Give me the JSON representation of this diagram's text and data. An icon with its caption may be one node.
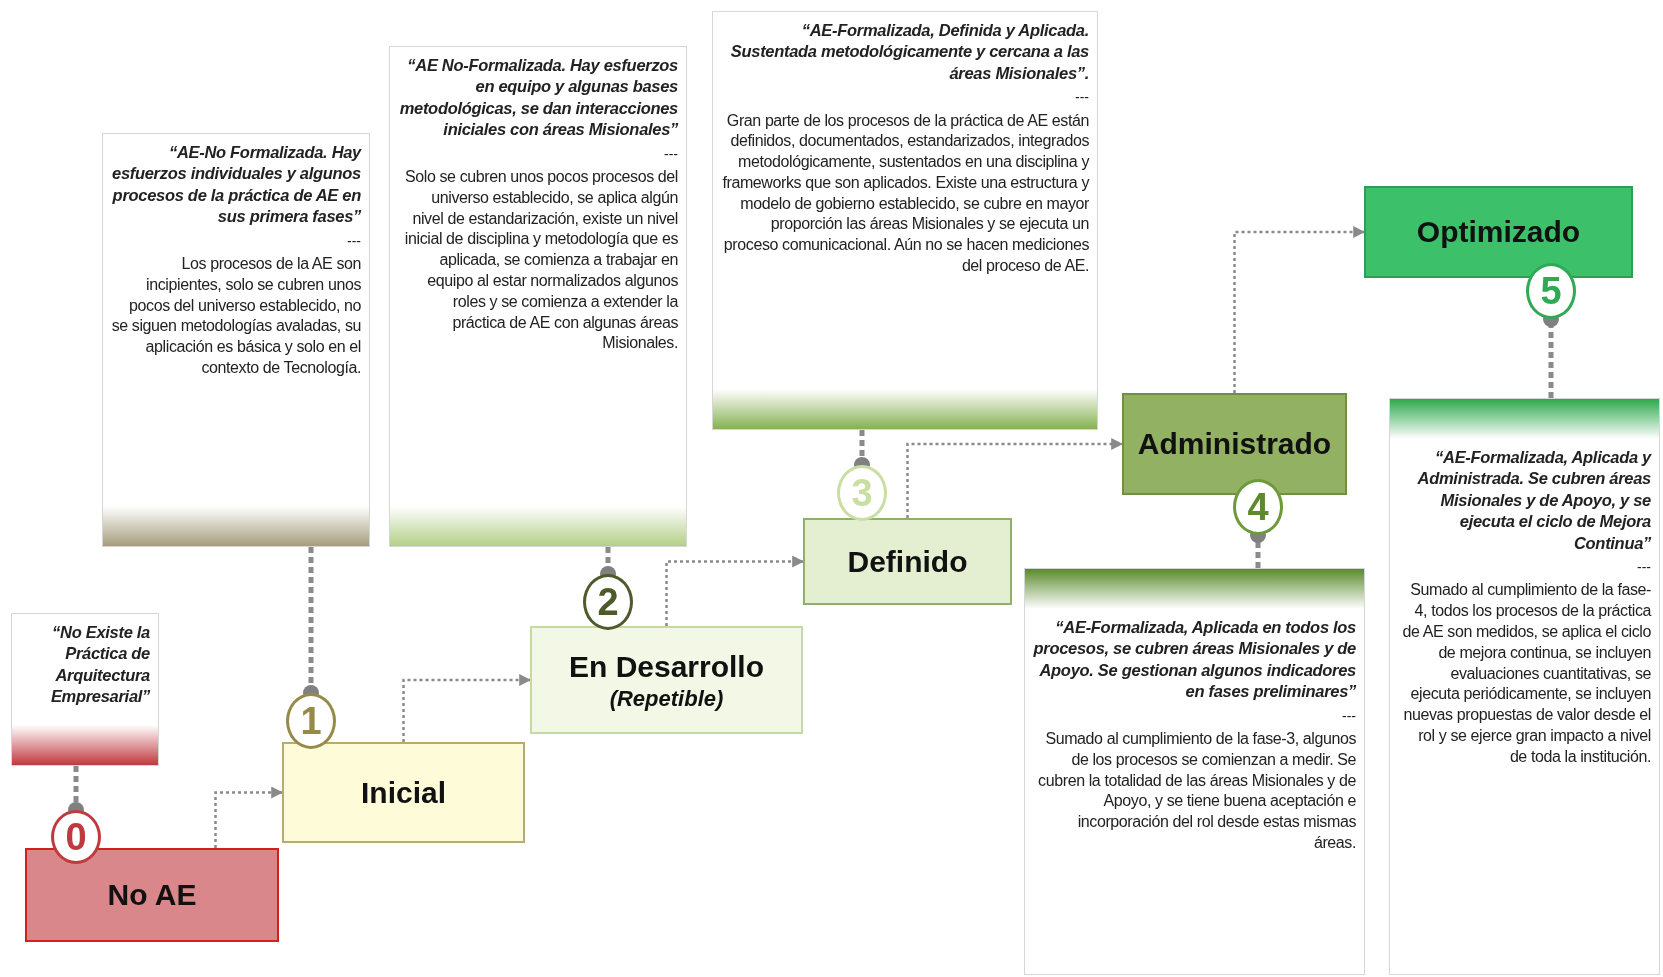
{
  "diagram": {
    "nodes": [
      {
        "text": [
          "“No Existe la Práctica de Arquitectura Empresarial”"
        ]
      },
      {
        "text": [
          "0"
        ]
      },
      {
        "text": [
          "No AE"
        ]
      },
      {
        "text": [
          "“AE-No Formalizada. Hay esfuerzos individuales y algunos procesos de la práctica de AE en sus primera fases”",
          "---",
          "Los procesos de la AE son incipientes, solo se cubren unos pocos del universo establecido, no se siguen metodologías avaladas, su aplicación es básica y solo en el contexto de Tecnología."
        ]
      },
      {
        "text": [
          "1"
        ]
      },
      {
        "text": [
          "Inicial"
        ]
      },
      {
        "text": [
          "“AE No-Formalizada. Hay esfuerzos en equipo y algunas bases metodológicas, se dan interacciones iniciales con áreas Misionales”",
          "---",
          "Solo se cubren unos pocos procesos del universo establecido, se aplica algún nivel de estandarización, existe un nivel inicial de disciplina y metodología que es aplicada, se comienza a trabajar en equipo al estar normalizados algunos roles y se comienza a extender la práctica de AE con algunas áreas Misionales."
        ]
      },
      {
        "text": [
          "2"
        ]
      },
      {
        "text": [
          "En Desarrollo",
          "(Repetible)"
        ]
      },
      {
        "text": [
          "“AE-Formalizada, Definida y Aplicada. Sustentada metodológicamente y cercana a las áreas Misionales”.",
          "---",
          "Gran parte de los procesos de la práctica de AE están definidos, documentados, estandarizados, integrados metodológicamente, sustentados en una disciplina y frameworks que son aplicados. Existe una estructura y modelo de gobierno establecido, se cubre en mayor proporción las áreas Misionales y se ejecuta un proceso comunicacional. Aún no se hacen mediciones del proceso de AE."
        ]
      },
      {
        "text": [
          "3"
        ]
      },
      {
        "text": [
          "Definido"
        ]
      },
      {
        "text": [
          "“AE-Formalizada, Aplicada en todos los procesos, se cubren áreas Misionales y de Apoyo. Se gestionan algunos indicadores en fases preliminares”",
          "---",
          "Sumado al cumplimiento de la fase-3, algunos de los procesos se comienzan a medir. Se cubren la totalidad de las áreas Misionales y de Apoyo, y se tiene buena aceptación e incorporación del rol desde estas mismas áreas."
        ]
      },
      {
        "text": [
          "4"
        ]
      },
      {
        "text": [
          "Administrado"
        ]
      },
      {
        "text": [
          "“AE-Formalizada, Aplicada y Administrada. Se cubren áreas Misionales y de Apoyo, y se ejecuta el ciclo de Mejora Continua”",
          "---",
          "Sumado al cumplimiento de la fase-4, todos los procesos de la práctica de AE son medidos, se aplica el ciclo de mejora continua, se incluyen evaluaciones cuantitativas, se ejecuta periódicamente, se incluyen nuevas propuestas de valor desde el rol y se ejerce gran impacto a nivel de toda la institución."
        ]
      },
      {
        "text": [
          "5"
        ]
      },
      {
        "text": [
          "Optimizado"
        ]
      }
    ],
    "edges": [
      {
        "from": 0,
        "to": 1,
        "arrow": "other",
        "style": "dashed"
      },
      {
        "from": 3,
        "to": 4,
        "arrow": "other",
        "style": "dashed"
      },
      {
        "from": 6,
        "to": 7,
        "arrow": "other",
        "style": "dashed"
      },
      {
        "from": 9,
        "to": 10,
        "arrow": "other",
        "style": "dashed"
      },
      {
        "from": 12,
        "to": 13,
        "arrow": "other",
        "style": "dashed"
      },
      {
        "from": 15,
        "to": 16,
        "arrow": "other",
        "style": "dashed"
      },
      {
        "from": 2,
        "to": 5,
        "arrow": "to",
        "style": "dashed"
      },
      {
        "from": 5,
        "to": 8,
        "arrow": "to",
        "style": "dashed"
      },
      {
        "from": 8,
        "to": 11,
        "arrow": "to",
        "style": "dashed"
      },
      {
        "from": 11,
        "to": 14,
        "arrow": "to",
        "style": "dashed"
      },
      {
        "from": 14,
        "to": 17,
        "arrow": "to",
        "style": "dashed"
      }
    ]
  }
}
